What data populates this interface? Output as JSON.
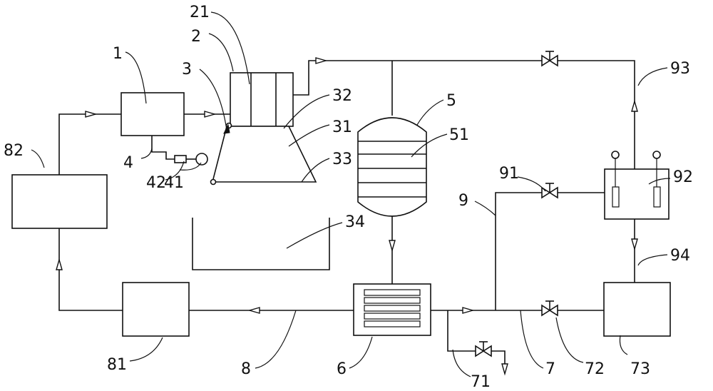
{
  "labels": {
    "l1": "1",
    "l2": "2",
    "l21": "21",
    "l3": "3",
    "l31": "31",
    "l32": "32",
    "l33": "33",
    "l34": "34",
    "l4": "4",
    "l41": "41",
    "l42": "42",
    "l5": "5",
    "l51": "51",
    "l6": "6",
    "l7": "7",
    "l71": "71",
    "l72": "72",
    "l73": "73",
    "l8": "8",
    "l81": "81",
    "l82": "82",
    "l9": "9",
    "l91": "91",
    "l92": "92",
    "l93": "93",
    "l94": "94"
  },
  "colors": {
    "line": "#111111",
    "background": "#ffffff"
  }
}
